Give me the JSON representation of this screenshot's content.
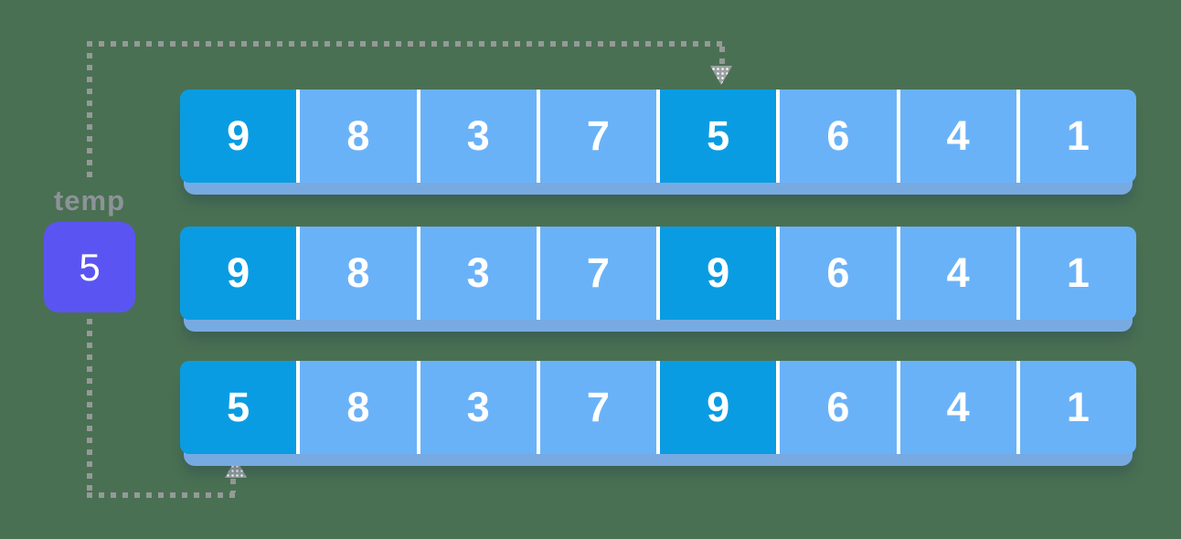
{
  "diagram": {
    "colors": {
      "background": "#4a7053",
      "cell": "#6ab2f8",
      "cell_highlight": "#0a9ce2",
      "row_shadow": "#78aae2",
      "divider": "#ffffff",
      "digit": "#ffffff",
      "dotted_line": "#949a97",
      "arrow": "#9ba1a0",
      "temp_box": "#5a55f2",
      "temp_label": "#8d9398"
    },
    "temp": {
      "label": "temp",
      "value": "5"
    },
    "rows": [
      {
        "values": [
          "9",
          "8",
          "3",
          "7",
          "5",
          "6",
          "4",
          "1"
        ],
        "highlighted_indices": [
          0,
          4
        ]
      },
      {
        "values": [
          "9",
          "8",
          "3",
          "7",
          "9",
          "6",
          "4",
          "1"
        ],
        "highlighted_indices": [
          0,
          4
        ]
      },
      {
        "values": [
          "5",
          "8",
          "3",
          "7",
          "9",
          "6",
          "4",
          "1"
        ],
        "highlighted_indices": [
          0,
          4
        ]
      }
    ]
  }
}
